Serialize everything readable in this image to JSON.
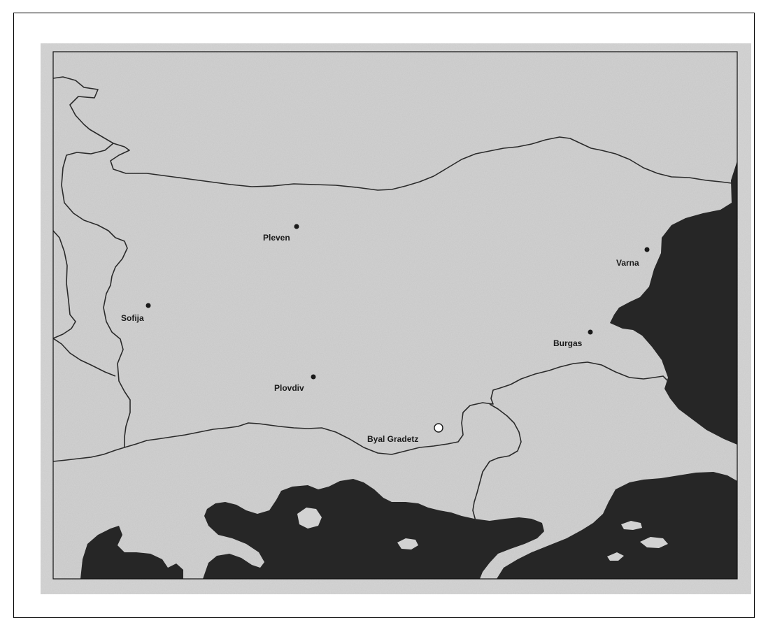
{
  "map": {
    "cities": [
      {
        "id": "pleven",
        "name": "Pleven",
        "marker": "filled-dot"
      },
      {
        "id": "varna",
        "name": "Varna",
        "marker": "filled-dot"
      },
      {
        "id": "sofija",
        "name": "Sofija",
        "marker": "filled-dot"
      },
      {
        "id": "burgas",
        "name": "Burgas",
        "marker": "filled-dot"
      },
      {
        "id": "plovdiv",
        "name": "Plovdiv",
        "marker": "filled-dot"
      },
      {
        "id": "byal-gradetz",
        "name": "Byal Gradetz",
        "marker": "open-circle"
      }
    ],
    "colors": {
      "land": "#d2d2d2",
      "sea": "#262626",
      "border": "#2a2a2a",
      "frame": "#000000"
    }
  }
}
